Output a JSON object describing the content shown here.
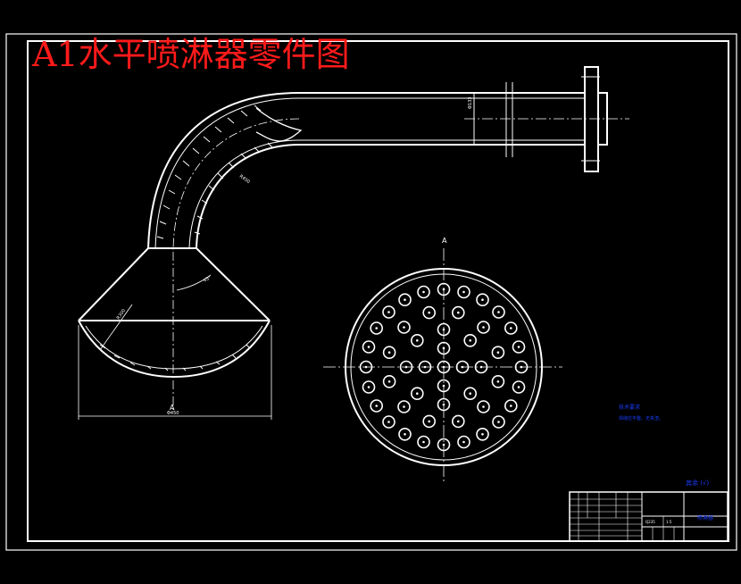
{
  "drawing": {
    "title": "A1水平喷淋器零件图",
    "section_mark": "A",
    "dimensions": {
      "pipe_diameter": "Φ133",
      "bend_radius": "R450",
      "cone_width": "Φ450",
      "angle": "45°",
      "sphere_radius": "R300"
    },
    "technical_requirements": {
      "heading": "技术要求",
      "text": "焊缝应平整、无夹渣。"
    },
    "roughness_note": "其余 (√)",
    "title_block": {
      "part_name": "喷淋器",
      "material": "Q235",
      "scale": "1:5"
    }
  },
  "colors": {
    "background": "#000000",
    "lines": "#ffffff",
    "title": "#ff1a1a",
    "annotation": "#1a3cff"
  }
}
